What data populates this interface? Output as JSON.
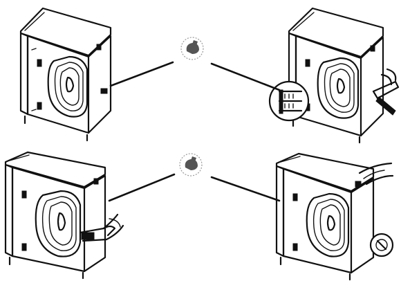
{
  "figure": {
    "panels": [
      {
        "id": "top-left",
        "step": "machine-rear-with-transit-bolts"
      },
      {
        "id": "top-right",
        "step": "unscrew-transit-bolts-with-spanner"
      },
      {
        "id": "bottom-left",
        "step": "remove-bolt-with-hand"
      },
      {
        "id": "bottom-right",
        "step": "cover-holes-with-caps"
      }
    ],
    "connector_badges": [
      {
        "id": "badge-top",
        "icon": "hand-tool-icon"
      },
      {
        "id": "badge-bottom",
        "icon": "hand-tool-icon"
      }
    ],
    "colors": {
      "ink": "#111111",
      "background": "#ffffff",
      "badge": "#9a9a9a"
    }
  }
}
